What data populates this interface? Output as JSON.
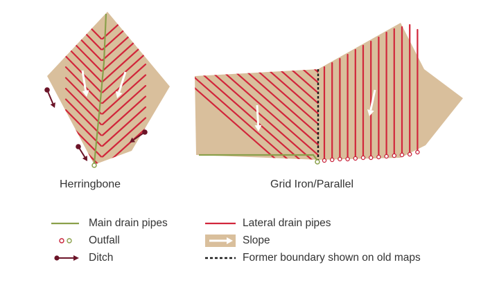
{
  "captions": {
    "herringbone": "Herringbone",
    "grid_iron": "Grid Iron/Parallel"
  },
  "legend": [
    {
      "id": "main-drain",
      "label": "Main drain pipes",
      "swatch": "line-green"
    },
    {
      "id": "outfall",
      "label": "Outfall",
      "swatch": "outfall-dots"
    },
    {
      "id": "ditch",
      "label": "Ditch",
      "swatch": "ditch-arrow"
    },
    {
      "id": "lateral-drain",
      "label": "Lateral drain pipes",
      "swatch": "line-red"
    },
    {
      "id": "slope",
      "label": "Slope",
      "swatch": "slope-arrow"
    },
    {
      "id": "former-boundary",
      "label": "Former boundary shown on old maps",
      "swatch": "dashed-line"
    }
  ],
  "colors": {
    "field": "#d9bf9c",
    "main_drain": "#8aa04a",
    "lateral_drain": "#d1263b",
    "outfall": "#c8223a",
    "ditch": "#6b1428",
    "boundary": "#1a1a1a",
    "slope_arrow": "#ffffff"
  }
}
